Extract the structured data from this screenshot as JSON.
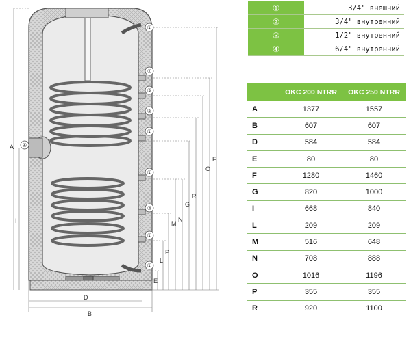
{
  "legend": [
    {
      "symbol": "①",
      "text": "3/4\" внешний"
    },
    {
      "symbol": "②",
      "text": "3/4\" внутренний"
    },
    {
      "symbol": "③",
      "text": "1/2\" внутренний"
    },
    {
      "symbol": "④",
      "text": "6/4\" внутренний"
    }
  ],
  "table": {
    "header": [
      "",
      "OKC 200 NTRR",
      "OKC 250 NTRR"
    ],
    "rows": [
      {
        "key": "A",
        "v1": "1377",
        "v2": "1557"
      },
      {
        "key": "B",
        "v1": "607",
        "v2": "607"
      },
      {
        "key": "D",
        "v1": "584",
        "v2": "584"
      },
      {
        "key": "E",
        "v1": "80",
        "v2": "80"
      },
      {
        "key": "F",
        "v1": "1280",
        "v2": "1460"
      },
      {
        "key": "G",
        "v1": "820",
        "v2": "1000"
      },
      {
        "key": "I",
        "v1": "668",
        "v2": "840"
      },
      {
        "key": "L",
        "v1": "209",
        "v2": "209"
      },
      {
        "key": "M",
        "v1": "516",
        "v2": "648"
      },
      {
        "key": "N",
        "v1": "708",
        "v2": "888"
      },
      {
        "key": "O",
        "v1": "1016",
        "v2": "1196"
      },
      {
        "key": "P",
        "v1": "355",
        "v2": "355"
      },
      {
        "key": "R",
        "v1": "920",
        "v2": "1100"
      }
    ]
  },
  "diagram": {
    "dim_labels": [
      "A",
      "I",
      "B",
      "D",
      "E",
      "L",
      "P",
      "M",
      "N",
      "G",
      "R",
      "O",
      "F"
    ],
    "connections": [
      "①",
      "①",
      "③",
      "②",
      "①",
      "①",
      "③",
      "①",
      "①",
      "④"
    ]
  }
}
